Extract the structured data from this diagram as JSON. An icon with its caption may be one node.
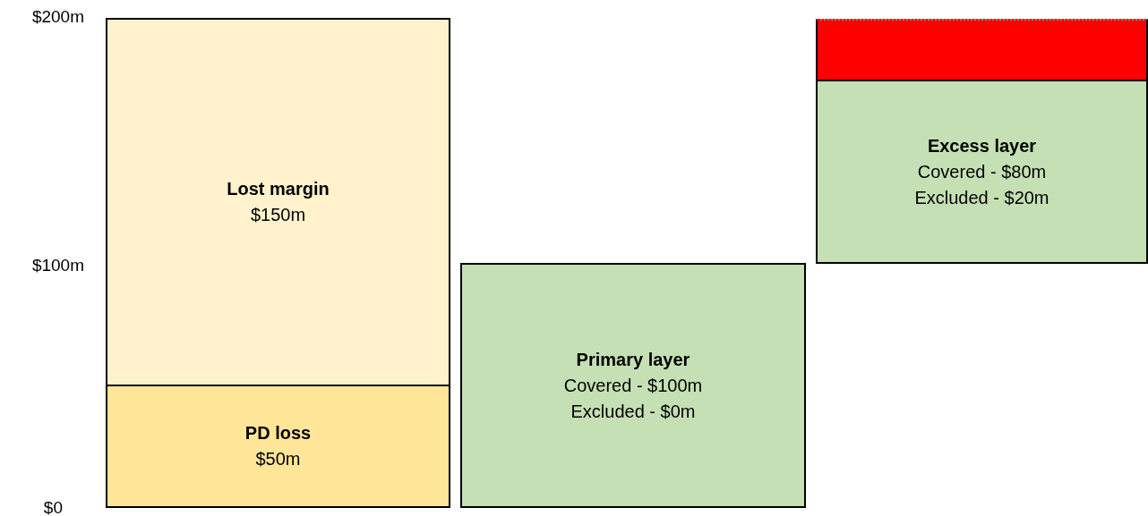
{
  "diagram": {
    "nodes": [
      {
        "text": [
          "Lost margin",
          "$150m"
        ]
      },
      {
        "text": [
          "PD loss",
          "$50m"
        ]
      },
      {
        "text": [
          "Primary layer",
          "Covered - $100m",
          "Excluded - $0m"
        ]
      },
      {
        "text": [],
        "shape": "box"
      },
      {
        "text": [
          "Excess layer",
          "Covered - $80m",
          "Excluded - $20m"
        ]
      }
    ],
    "labels": [
      "$200m",
      "$100m",
      "$0"
    ]
  }
}
